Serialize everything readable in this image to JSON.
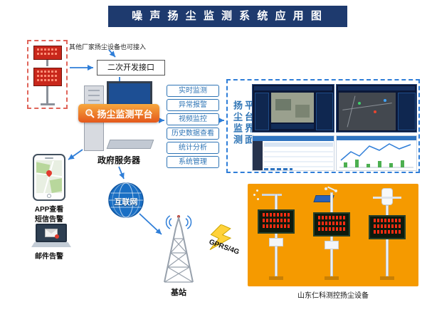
{
  "title": "噪 声 扬 尘 监 测 系 统 应 用 图",
  "colors": {
    "title_bg": "#1e3a6e",
    "accent_blue": "#2e74b5",
    "arrow_blue": "#2f7ed8",
    "banner_top": "#f7a83e",
    "banner_bottom": "#e4581c",
    "showcase_orange": "#f59a00",
    "led_red": "#c8271b",
    "dashed_red": "#e0655a",
    "dashboard_navy": "#0b1838"
  },
  "icons": {
    "magnifier-icon": "lens-with-handle",
    "globe-icon": "sphere-with-grid",
    "wifi-signal-icon": "radiating-arcs",
    "lightning-icon": "yellow-bolt",
    "envelope-icon": "mail-envelope",
    "map-pin-icon": "red-pin",
    "antenna-tower-icon": "lattice-mast",
    "led-display-icon": "red-dot-matrix-panel"
  },
  "top_left": {
    "note": "其他厂家扬尘设备也可接入",
    "interface_box": "二次开发接口"
  },
  "platform": {
    "banner": "扬尘监测平台",
    "server_label": "政府服务器"
  },
  "functions": [
    "实时监测",
    "异常报警",
    "视频监控",
    "历史数据查看",
    "统计分析",
    "系统管理"
  ],
  "panel": {
    "title": "扬尘监测平台界面"
  },
  "notify": {
    "app": "APP查看",
    "sms": "短信告警",
    "email": "邮件告警"
  },
  "network": {
    "internet": "互联网",
    "station": "基站",
    "link": "GPRS/4G"
  },
  "showcase": {
    "vendor": "山东仁科测控扬尘设备"
  }
}
